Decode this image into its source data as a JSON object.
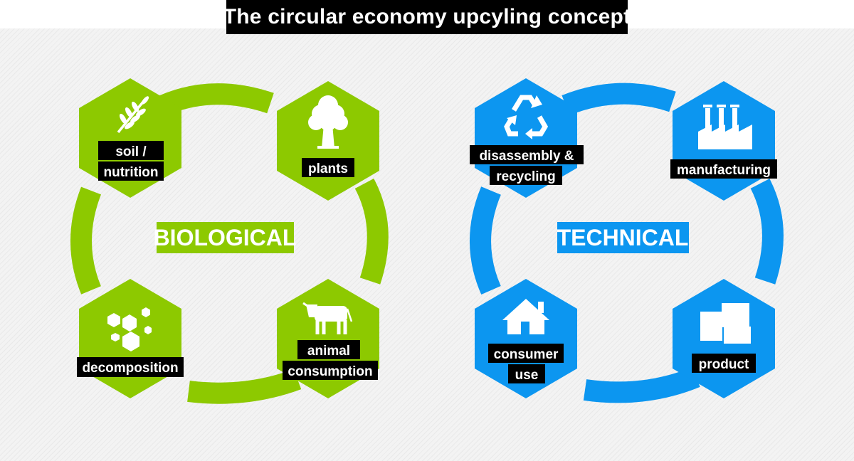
{
  "title": "The circular economy upcyling concept",
  "colors": {
    "biological": "#8dc900",
    "technical": "#0c96f0",
    "label_bg": "#000000",
    "text": "#ffffff"
  },
  "biological": {
    "label": "BIOLOGICAL",
    "nodes": [
      {
        "icon": "wheat-icon",
        "lines": [
          "soil /",
          "nutrition"
        ]
      },
      {
        "icon": "tree-icon",
        "lines": [
          "plants"
        ]
      },
      {
        "icon": "cow-icon",
        "lines": [
          "animal",
          "consumption"
        ]
      },
      {
        "icon": "hexagons-icon",
        "lines": [
          "decomposition"
        ]
      }
    ]
  },
  "technical": {
    "label": "TECHNICAL",
    "nodes": [
      {
        "icon": "recycle-icon",
        "lines": [
          "disassembly &",
          "recycling"
        ]
      },
      {
        "icon": "factory-icon",
        "lines": [
          "manufacturing"
        ]
      },
      {
        "icon": "boxes-icon",
        "lines": [
          "product"
        ]
      },
      {
        "icon": "house-icon",
        "lines": [
          "consumer",
          "use"
        ]
      }
    ]
  }
}
